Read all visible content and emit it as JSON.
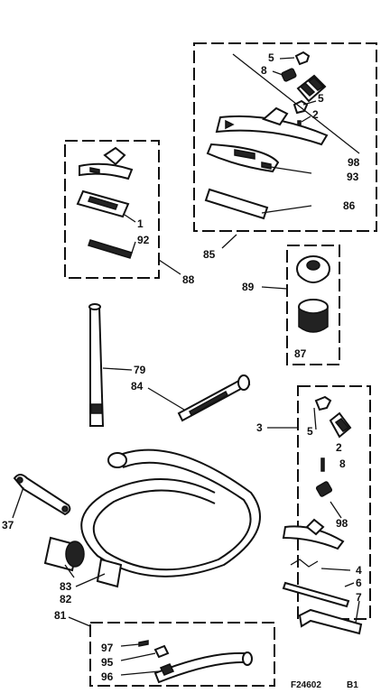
{
  "labels": {
    "p1": "1",
    "p2a": "2",
    "p2b": "2",
    "p3": "3",
    "p4": "4",
    "p5a": "5",
    "p5b": "5",
    "p5c": "5",
    "p6": "6",
    "p7": "7",
    "p8a": "8",
    "p8b": "8",
    "p37": "37",
    "p79": "79",
    "p81": "81",
    "p82": "82",
    "p83": "83",
    "p84": "84",
    "p85": "85",
    "p86": "86",
    "p87": "87",
    "p88": "88",
    "p89": "89",
    "p92": "92",
    "p93": "93",
    "p95": "95",
    "p96": "96",
    "p97": "97",
    "p98a": "98",
    "p98b": "98"
  },
  "figure_code": "F24602",
  "sheet_code": "B1",
  "icons": [
    "floor-brush",
    "upholstery-tool",
    "crevice-tool",
    "dusting-brush",
    "extension-wand",
    "hose",
    "hose-coupling",
    "clamp",
    "screw",
    "handle"
  ]
}
